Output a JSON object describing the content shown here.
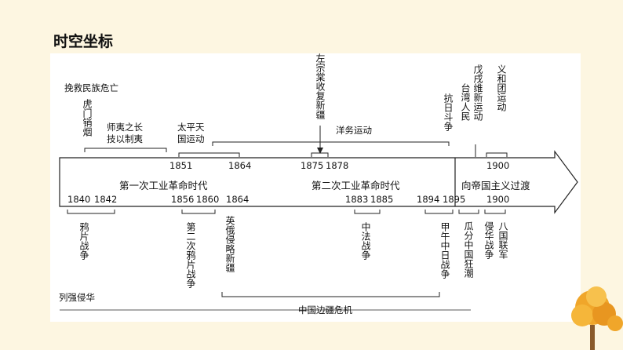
{
  "title": "时空坐标",
  "era_left": "第一次工业革命时代",
  "era_mid": "第二次工业革命时代",
  "era_right": "向帝国主义过渡",
  "top_years": [
    "1851",
    "1864",
    "1875",
    "1878",
    "1900"
  ],
  "bottom_years": [
    "1840",
    "1842",
    "1856",
    "1860",
    "1864",
    "1883",
    "1885",
    "1894",
    "1895",
    "1900"
  ],
  "above": {
    "save_nation": "挽救民族危亡",
    "humen": "虎门销烟",
    "shiyi": "师夷之长",
    "shiyi2": "技以制夷",
    "taiping1": "太平天",
    "taiping2": "国运动",
    "zuozongtang": "左宗棠收复新疆",
    "yangwu": "洋务运动",
    "resist": "抗日斗争",
    "reform": "戊戌维新运动",
    "taiwan": "台湾人民",
    "boxer": "义和团运动"
  },
  "below": {
    "opium1": "鸦片战争",
    "opium2": "第二次鸦片战争",
    "russia": "英俄侵略新疆",
    "sinofrench": "中法战争",
    "sinojapan": "甲午中日战争",
    "partition": "瓜分中国狂潮",
    "aggression": "侵华战争",
    "eightnation": "八国联军",
    "invasion": "列强侵华",
    "frontier": "中国边疆危机"
  }
}
